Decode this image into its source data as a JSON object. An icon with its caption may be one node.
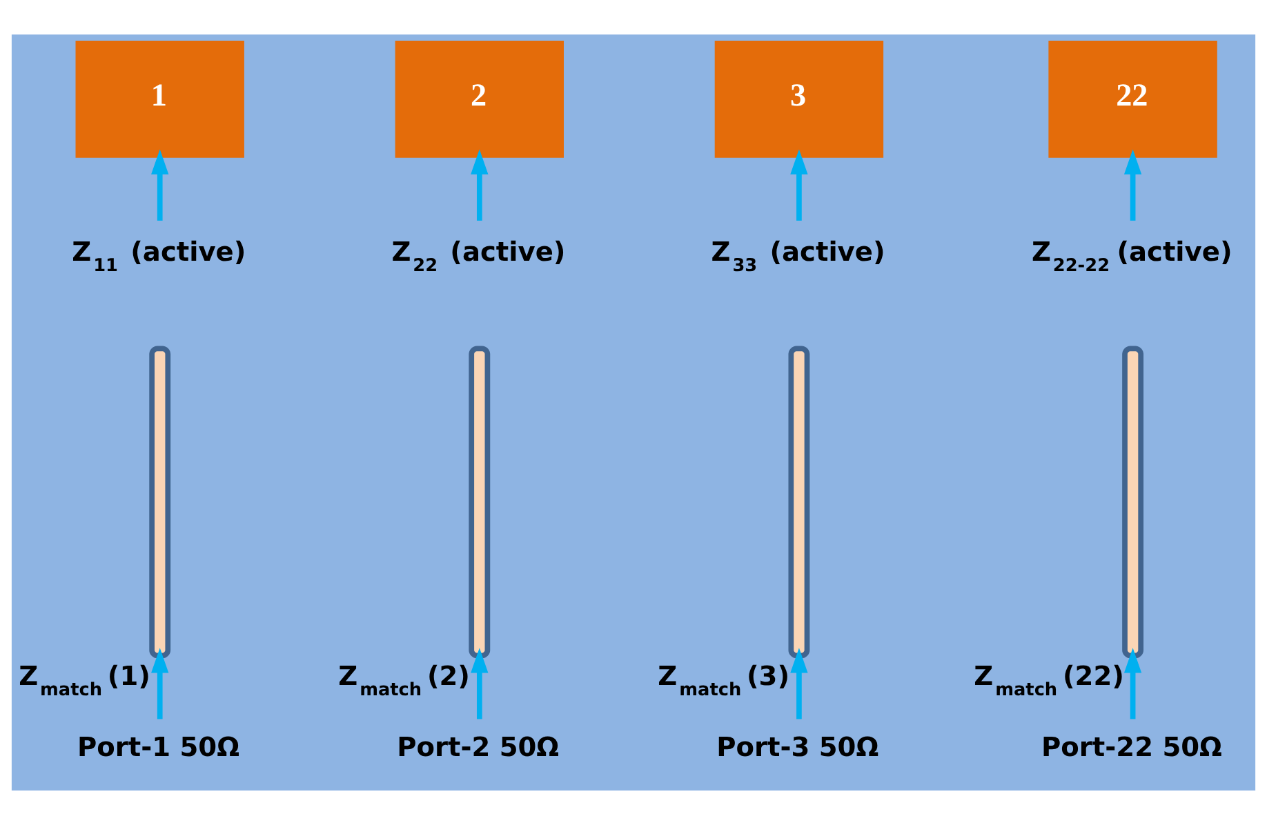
{
  "diagram": {
    "nodes": [
      {
        "text": [
          "1"
        ]
      },
      {
        "text": [
          "2"
        ]
      },
      {
        "text": [
          "3"
        ]
      },
      {
        "text": [
          "22"
        ]
      },
      {
        "text": [
          "Z$_{11}$ (active)"
        ]
      },
      {
        "text": [
          "Z$_{22}$ (active)"
        ]
      },
      {
        "text": [
          "Z$_{33}$ (active)"
        ]
      },
      {
        "text": [
          "Z$_{22-22}$ (active)"
        ]
      },
      {
        "text": [],
        "shape": "bar",
        "beside": [
          "Z$_{match}$ (1)"
        ]
      },
      {
        "text": [],
        "shape": "bar",
        "beside": [
          "Z$_{match}$ (2)"
        ]
      },
      {
        "text": [],
        "shape": "bar",
        "beside": [
          "Z$_{match}$ (3)"
        ]
      },
      {
        "text": [],
        "shape": "bar",
        "beside": [
          "Z$_{match}$ (22)"
        ]
      },
      {
        "text": [
          "Port-1 50Ω"
        ]
      },
      {
        "text": [
          "Port-2 50Ω"
        ]
      },
      {
        "text": [
          "Port-3 50Ω"
        ]
      },
      {
        "text": [
          "Port-22 50Ω"
        ]
      }
    ],
    "edges": [
      {
        "from": 4,
        "to": 0,
        "arrow": "to"
      },
      {
        "from": 5,
        "to": 1,
        "arrow": "to"
      },
      {
        "from": 6,
        "to": 2,
        "arrow": "to"
      },
      {
        "from": 7,
        "to": 3,
        "arrow": "to"
      },
      {
        "from": 12,
        "to": 8,
        "arrow": "to"
      },
      {
        "from": 13,
        "to": 9,
        "arrow": "to"
      },
      {
        "from": 14,
        "to": 10,
        "arrow": "to"
      },
      {
        "from": 15,
        "to": 11,
        "arrow": "to"
      }
    ]
  }
}
